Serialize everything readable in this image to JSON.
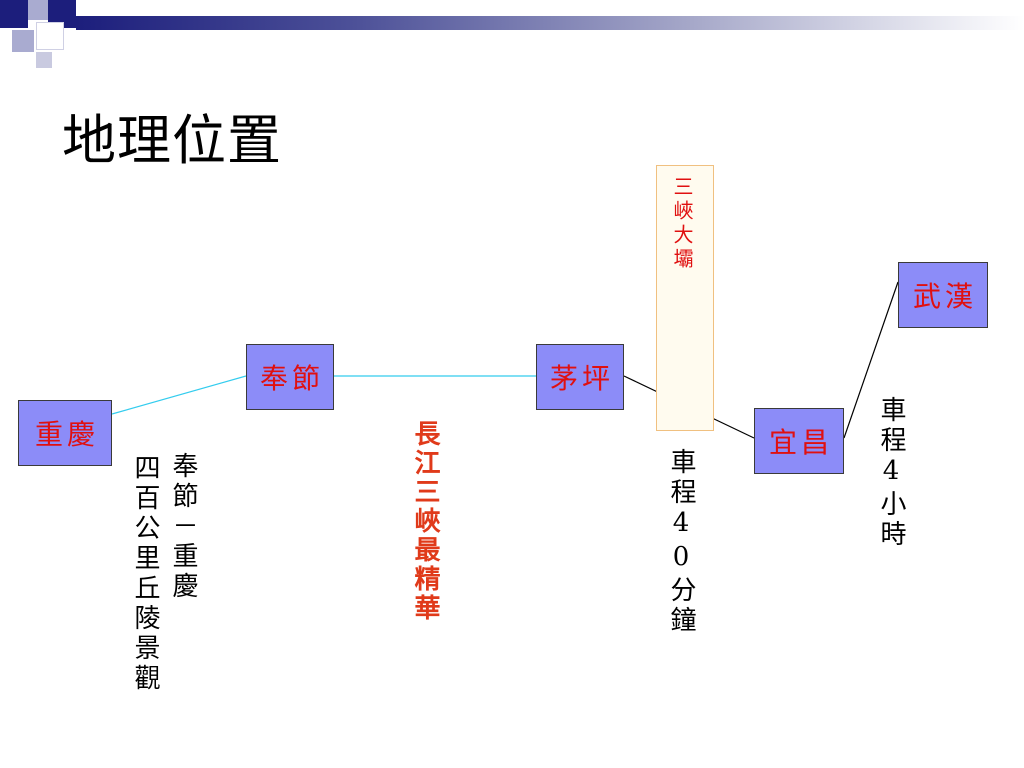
{
  "title": "地理位置",
  "nodes": {
    "chongqing": "重慶",
    "fengjie": "奉節",
    "maoping": "茅坪",
    "yichang": "宜昌",
    "wuhan": "武漢"
  },
  "dam_label": "三峽大壩",
  "gorges_label": "長江三峽最精華",
  "notes": {
    "chongqing_fengjie_left": "四百公里丘陵景觀",
    "chongqing_fengjie_right": "奉節－重慶",
    "maoping_yichang": "車程40分鐘",
    "yichang_wuhan": "車程4小時"
  },
  "colors": {
    "node_fill": "#8c8cf8",
    "node_text": "#e01010",
    "gorge_text": "#e03a1a",
    "cyan_route": "#33ccee",
    "black_route": "#000000"
  }
}
